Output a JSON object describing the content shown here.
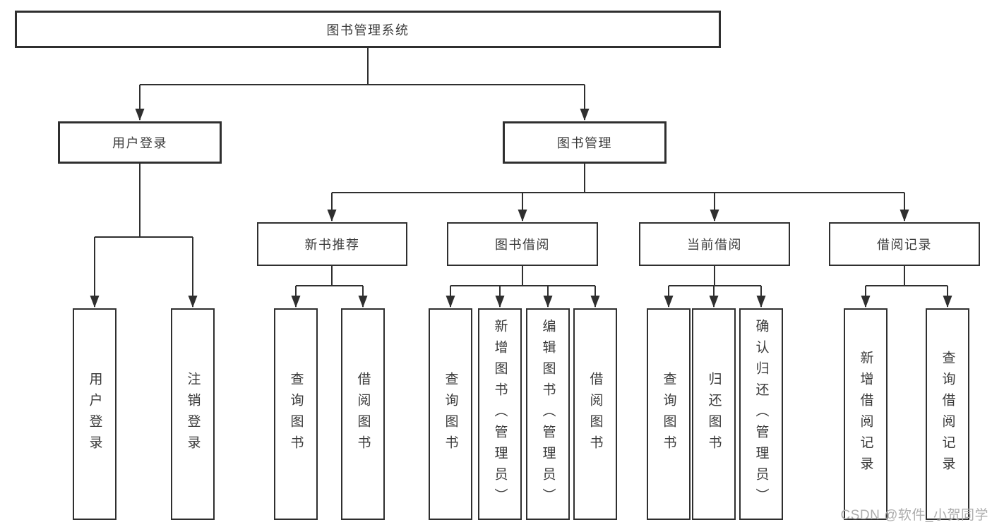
{
  "diagram": {
    "title": "图书管理系统",
    "branches": [
      {
        "label": "用户登录",
        "children": [
          {
            "label": "用户登录"
          },
          {
            "label": "注销登录"
          }
        ]
      },
      {
        "label": "图书管理",
        "children": [
          {
            "label": "新书推荐",
            "children": [
              {
                "label": "查询图书"
              },
              {
                "label": "借阅图书"
              }
            ]
          },
          {
            "label": "图书借阅",
            "children": [
              {
                "label": "查询图书"
              },
              {
                "label": "新增图书（管理员）"
              },
              {
                "label": "编辑图书（管理员）"
              },
              {
                "label": "借阅图书"
              }
            ]
          },
          {
            "label": "当前借阅",
            "children": [
              {
                "label": "查询图书"
              },
              {
                "label": "归还图书"
              },
              {
                "label": "确认归还（管理员）"
              }
            ]
          },
          {
            "label": "借阅记录",
            "children": [
              {
                "label": "新增借阅记录"
              },
              {
                "label": "查询借阅记录"
              }
            ]
          }
        ]
      }
    ]
  },
  "watermark": {
    "text": "CSDN @软件_小贺同学"
  },
  "colors": {
    "line": "#2f2f2f",
    "text": "#3a3a3a",
    "watermark": "#adadad",
    "background": "#ffffff"
  }
}
